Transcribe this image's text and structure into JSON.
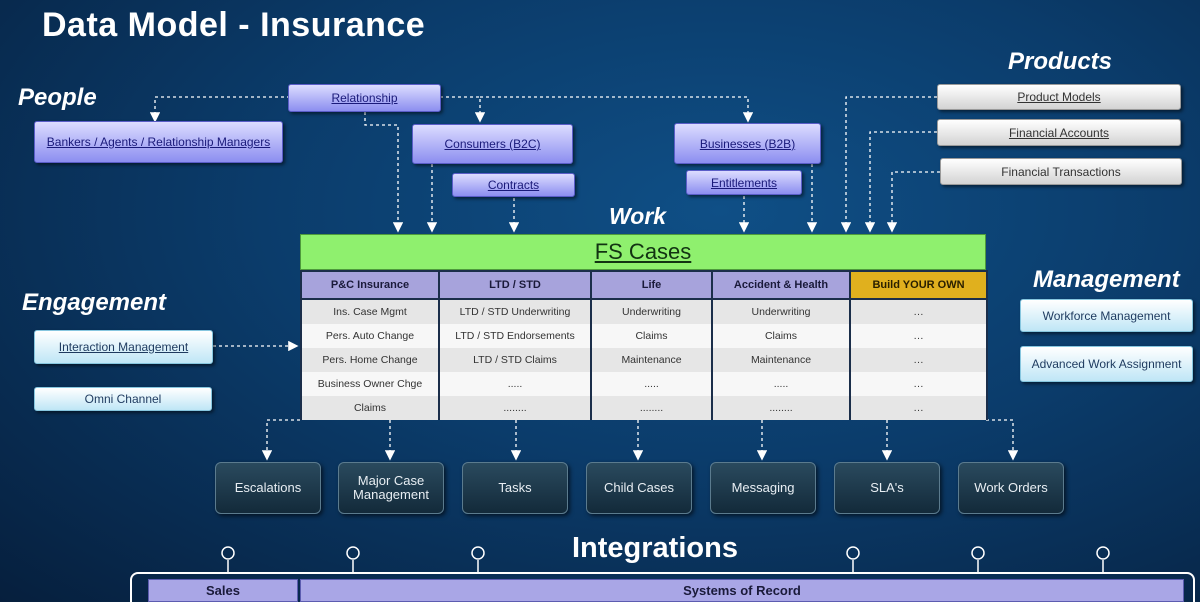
{
  "title": "Data Model - Insurance",
  "sections": {
    "people": "People",
    "products": "Products",
    "engagement": "Engagement",
    "management": "Management",
    "work": "Work",
    "integrations": "Integrations"
  },
  "people": {
    "relationship": "Relationship",
    "bankers": "Bankers / Agents / Relationship Managers",
    "consumers": "Consumers (B2C)",
    "contracts": "Contracts",
    "businesses": "Businesses (B2B)",
    "entitlements": "Entitlements"
  },
  "products": {
    "product_models": "Product Models",
    "financial_accounts": "Financial Accounts",
    "financial_transactions": "Financial Transactions"
  },
  "engagement": {
    "interaction_management": "Interaction Management",
    "omni_channel": "Omni Channel"
  },
  "management": {
    "workforce_management": "Workforce Management",
    "advanced_work_assignment": "Advanced Work Assignment"
  },
  "fs_cases": {
    "header": "FS Cases",
    "columns": [
      "P&C Insurance",
      "LTD / STD",
      "Life",
      "Accident & Health",
      "Build YOUR OWN"
    ],
    "rows": [
      [
        "Ins. Case Mgmt",
        "LTD / STD Underwriting",
        "Underwriting",
        "Underwriting",
        "…"
      ],
      [
        "Pers. Auto Change",
        "LTD / STD Endorsements",
        "Claims",
        "Claims",
        "…"
      ],
      [
        "Pers. Home Change",
        "LTD / STD Claims",
        "Maintenance",
        "Maintenance",
        "…"
      ],
      [
        "Business Owner Chge",
        ".....",
        ".....",
        ".....",
        "…"
      ],
      [
        "Claims",
        "........",
        "........",
        "........",
        "…"
      ]
    ]
  },
  "work_items": [
    "Escalations",
    "Major Case Management",
    "Tasks",
    "Child Cases",
    "Messaging",
    "SLA's",
    "Work Orders"
  ],
  "integrations": {
    "sales": "Sales",
    "systems_of_record": "Systems of Record"
  }
}
